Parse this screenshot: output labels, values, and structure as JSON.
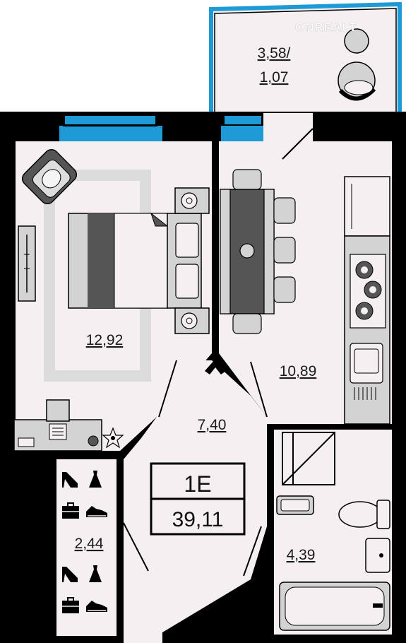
{
  "watermark": "ONREALT",
  "rooms": {
    "balcony": {
      "area": "3,58/",
      "area2": "1,07"
    },
    "bedroom": {
      "area": "12,92"
    },
    "kitchen": {
      "area": "10,89"
    },
    "hall": {
      "area": "7,40"
    },
    "wardrobe": {
      "area": "2,44"
    },
    "bathroom": {
      "area": "4,39"
    }
  },
  "apartment": {
    "type": "1Е",
    "total_area": "39,11"
  },
  "colors": {
    "wall": "#000000",
    "floor": "#f5eff1",
    "window": "#1e9bd7",
    "furniture": "#d3d3d3",
    "dark_furniture": "#555555",
    "rug": "#dcdcdc"
  }
}
